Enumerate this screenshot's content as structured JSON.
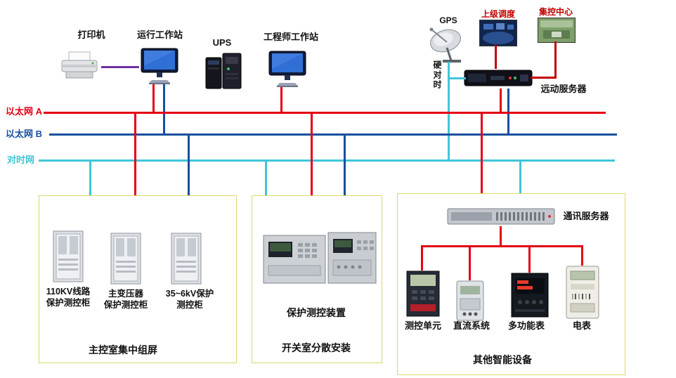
{
  "top": {
    "printer": "打印机",
    "operator_ws": "运行工作站",
    "ups": "UPS",
    "engineer_ws": "工程师工作站",
    "gps": "GPS",
    "dispatch": "上级调度",
    "control_center": "集控中心",
    "motion_server": "远动服务器",
    "hard_time": "硬对时"
  },
  "buses": {
    "ethernet_a": "以太网 A",
    "ethernet_b": "以太网 B",
    "time_net": "对时网"
  },
  "left_box": {
    "cabinet1": "110KV线路\n保护测控柜",
    "cabinet2": "主变压器\n保护测控柜",
    "cabinet3": "35~6kV保护\n测控柜",
    "caption": "主控室集中组屏"
  },
  "middle_box": {
    "device_label": "保护测控装置",
    "caption": "开关室分散安装"
  },
  "right_box": {
    "server": "通讯服务器",
    "dev1": "测控单元",
    "dev2": "直流系统",
    "dev3": "多功能表",
    "dev4": "电表",
    "caption": "其他智能设备"
  },
  "colors": {
    "ethernet_a": "#e50012",
    "ethernet_b": "#1a4f9d",
    "time_net": "#3fc6d9",
    "printer_cable": "#7030a0",
    "remote_links": "#c00000"
  }
}
